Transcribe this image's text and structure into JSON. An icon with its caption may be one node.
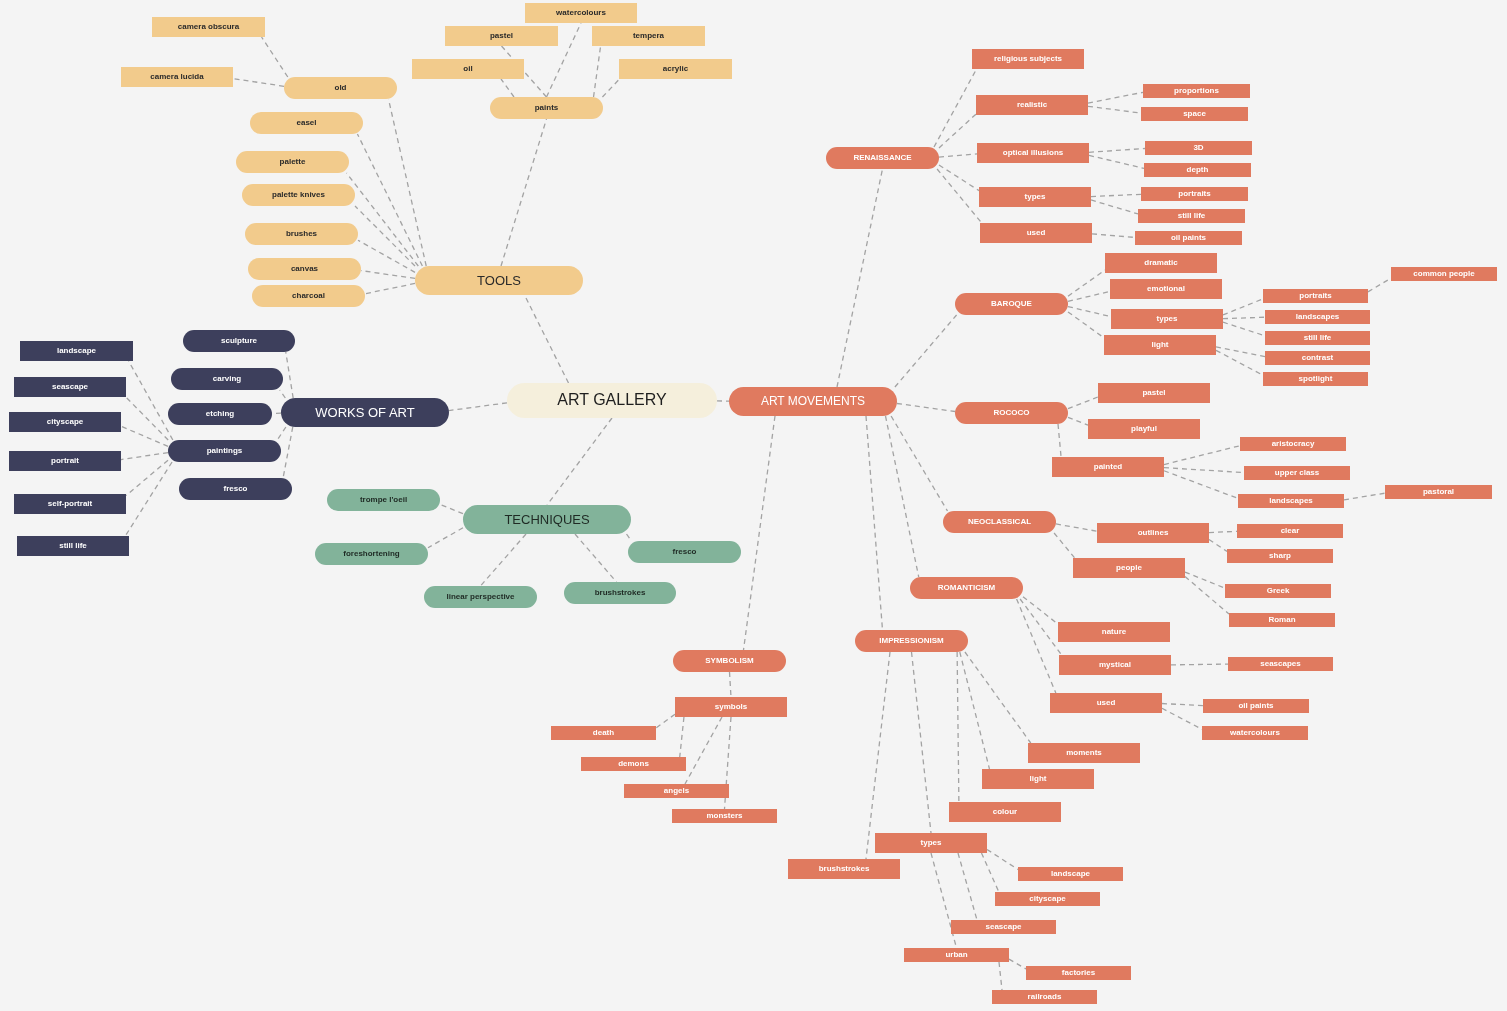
{
  "diagram": {
    "nodes": [
      {
        "text": [
          "ART GALLERY"
        ]
      },
      {
        "text": [
          "TOOLS"
        ]
      },
      {
        "text": [
          "old"
        ]
      },
      {
        "text": [
          "camera obscura"
        ]
      },
      {
        "text": [
          "camera lucida"
        ]
      },
      {
        "text": [
          "paints"
        ]
      },
      {
        "text": [
          "oil"
        ]
      },
      {
        "text": [
          "pastel"
        ]
      },
      {
        "text": [
          "watercolours"
        ]
      },
      {
        "text": [
          "tempera"
        ]
      },
      {
        "text": [
          "acrylic"
        ]
      },
      {
        "text": [
          "easel"
        ]
      },
      {
        "text": [
          "palette"
        ]
      },
      {
        "text": [
          "palette knives"
        ]
      },
      {
        "text": [
          "brushes"
        ]
      },
      {
        "text": [
          "canvas"
        ]
      },
      {
        "text": [
          "charcoal"
        ]
      },
      {
        "text": [
          "WORKS OF ART"
        ]
      },
      {
        "text": [
          "sculpture"
        ]
      },
      {
        "text": [
          "carving"
        ]
      },
      {
        "text": [
          "etching"
        ]
      },
      {
        "text": [
          "paintings"
        ]
      },
      {
        "text": [
          "fresco"
        ]
      },
      {
        "text": [
          "landscape"
        ]
      },
      {
        "text": [
          "seascape"
        ]
      },
      {
        "text": [
          "cityscape"
        ]
      },
      {
        "text": [
          "portrait"
        ]
      },
      {
        "text": [
          "self-portrait"
        ]
      },
      {
        "text": [
          "still life"
        ]
      },
      {
        "text": [
          "TECHNIQUES"
        ]
      },
      {
        "text": [
          "trompe l'oeil"
        ]
      },
      {
        "text": [
          "foreshortening"
        ]
      },
      {
        "text": [
          "linear perspective"
        ]
      },
      {
        "text": [
          "brushstrokes"
        ]
      },
      {
        "text": [
          "fresco"
        ]
      },
      {
        "text": [
          "ART MOVEMENTS"
        ]
      },
      {
        "text": [
          "RENAISSANCE"
        ]
      },
      {
        "text": [
          "religious subjects"
        ]
      },
      {
        "text": [
          "realistic"
        ]
      },
      {
        "text": [
          "proportions"
        ]
      },
      {
        "text": [
          "space"
        ]
      },
      {
        "text": [
          "optical illusions"
        ]
      },
      {
        "text": [
          "3D"
        ]
      },
      {
        "text": [
          "depth"
        ]
      },
      {
        "text": [
          "types"
        ]
      },
      {
        "text": [
          "portraits"
        ]
      },
      {
        "text": [
          "still life"
        ]
      },
      {
        "text": [
          "used"
        ]
      },
      {
        "text": [
          "oil paints"
        ]
      },
      {
        "text": [
          "BAROQUE"
        ]
      },
      {
        "text": [
          "dramatic"
        ]
      },
      {
        "text": [
          "emotional"
        ]
      },
      {
        "text": [
          "types"
        ]
      },
      {
        "text": [
          "light"
        ]
      },
      {
        "text": [
          "portraits"
        ]
      },
      {
        "text": [
          "common people"
        ]
      },
      {
        "text": [
          "landscapes"
        ]
      },
      {
        "text": [
          "still life"
        ]
      },
      {
        "text": [
          "contrast"
        ]
      },
      {
        "text": [
          "spotlight"
        ]
      },
      {
        "text": [
          "ROCOCO"
        ]
      },
      {
        "text": [
          "pastel"
        ]
      },
      {
        "text": [
          "playful"
        ]
      },
      {
        "text": [
          "painted"
        ]
      },
      {
        "text": [
          "aristocracy"
        ]
      },
      {
        "text": [
          "upper class"
        ]
      },
      {
        "text": [
          "landscapes"
        ]
      },
      {
        "text": [
          "pastoral"
        ]
      },
      {
        "text": [
          "NEOCLASSICAL"
        ]
      },
      {
        "text": [
          "outlines"
        ]
      },
      {
        "text": [
          "clear"
        ]
      },
      {
        "text": [
          "sharp"
        ]
      },
      {
        "text": [
          "people"
        ]
      },
      {
        "text": [
          "Greek"
        ]
      },
      {
        "text": [
          "Roman"
        ]
      },
      {
        "text": [
          "ROMANTICISM"
        ]
      },
      {
        "text": [
          "nature"
        ]
      },
      {
        "text": [
          "mystical"
        ]
      },
      {
        "text": [
          "seascapes"
        ]
      },
      {
        "text": [
          "used"
        ]
      },
      {
        "text": [
          "oil paints"
        ]
      },
      {
        "text": [
          "watercolours"
        ]
      },
      {
        "text": [
          "IMPRESSIONISM"
        ]
      },
      {
        "text": [
          "moments"
        ]
      },
      {
        "text": [
          "light"
        ]
      },
      {
        "text": [
          "colour"
        ]
      },
      {
        "text": [
          "types"
        ]
      },
      {
        "text": [
          "brushstrokes"
        ]
      },
      {
        "text": [
          "landscape"
        ]
      },
      {
        "text": [
          "cityscape"
        ]
      },
      {
        "text": [
          "seascape"
        ]
      },
      {
        "text": [
          "urban"
        ]
      },
      {
        "text": [
          "factories"
        ]
      },
      {
        "text": [
          "railroads"
        ]
      },
      {
        "text": [
          "SYMBOLISM"
        ]
      },
      {
        "text": [
          "symbols"
        ]
      },
      {
        "text": [
          "death"
        ]
      },
      {
        "text": [
          "demons"
        ]
      },
      {
        "text": [
          "angels"
        ]
      },
      {
        "text": [
          "monsters"
        ]
      }
    ],
    "edges": [
      {
        "from": 0,
        "to": 1,
        "arrow": "none"
      },
      {
        "from": 0,
        "to": 17,
        "arrow": "none"
      },
      {
        "from": 0,
        "to": 29,
        "arrow": "none"
      },
      {
        "from": 0,
        "to": 35,
        "arrow": "none"
      },
      {
        "from": 1,
        "to": 2,
        "arrow": "none"
      },
      {
        "from": 1,
        "to": 11,
        "arrow": "none"
      },
      {
        "from": 1,
        "to": 12,
        "arrow": "none"
      },
      {
        "from": 1,
        "to": 13,
        "arrow": "none"
      },
      {
        "from": 1,
        "to": 14,
        "arrow": "none"
      },
      {
        "from": 1,
        "to": 15,
        "arrow": "none"
      },
      {
        "from": 1,
        "to": 16,
        "arrow": "none"
      },
      {
        "from": 1,
        "to": 5,
        "arrow": "none"
      },
      {
        "from": 2,
        "to": 3,
        "arrow": "none"
      },
      {
        "from": 2,
        "to": 4,
        "arrow": "none"
      },
      {
        "from": 5,
        "to": 6,
        "arrow": "none"
      },
      {
        "from": 5,
        "to": 7,
        "arrow": "none"
      },
      {
        "from": 5,
        "to": 8,
        "arrow": "none"
      },
      {
        "from": 5,
        "to": 9,
        "arrow": "none"
      },
      {
        "from": 5,
        "to": 10,
        "arrow": "none"
      },
      {
        "from": 17,
        "to": 18,
        "arrow": "none"
      },
      {
        "from": 17,
        "to": 19,
        "arrow": "none"
      },
      {
        "from": 17,
        "to": 20,
        "arrow": "none"
      },
      {
        "from": 17,
        "to": 21,
        "arrow": "none"
      },
      {
        "from": 17,
        "to": 22,
        "arrow": "none"
      },
      {
        "from": 21,
        "to": 23,
        "arrow": "none"
      },
      {
        "from": 21,
        "to": 24,
        "arrow": "none"
      },
      {
        "from": 21,
        "to": 25,
        "arrow": "none"
      },
      {
        "from": 21,
        "to": 26,
        "arrow": "none"
      },
      {
        "from": 21,
        "to": 27,
        "arrow": "none"
      },
      {
        "from": 21,
        "to": 28,
        "arrow": "none"
      },
      {
        "from": 29,
        "to": 30,
        "arrow": "none"
      },
      {
        "from": 29,
        "to": 31,
        "arrow": "none"
      },
      {
        "from": 29,
        "to": 32,
        "arrow": "none"
      },
      {
        "from": 29,
        "to": 33,
        "arrow": "none"
      },
      {
        "from": 29,
        "to": 34,
        "arrow": "none"
      },
      {
        "from": 35,
        "to": 36,
        "arrow": "none"
      },
      {
        "from": 35,
        "to": 49,
        "arrow": "none"
      },
      {
        "from": 35,
        "to": 60,
        "arrow": "none"
      },
      {
        "from": 35,
        "to": 68,
        "arrow": "none"
      },
      {
        "from": 35,
        "to": 75,
        "arrow": "none"
      },
      {
        "from": 35,
        "to": 82,
        "arrow": "none"
      },
      {
        "from": 35,
        "to": 94,
        "arrow": "none"
      },
      {
        "from": 36,
        "to": 37,
        "arrow": "none"
      },
      {
        "from": 36,
        "to": 38,
        "arrow": "none"
      },
      {
        "from": 36,
        "to": 41,
        "arrow": "none"
      },
      {
        "from": 36,
        "to": 44,
        "arrow": "none"
      },
      {
        "from": 36,
        "to": 47,
        "arrow": "none"
      },
      {
        "from": 38,
        "to": 39,
        "arrow": "none"
      },
      {
        "from": 38,
        "to": 40,
        "arrow": "none"
      },
      {
        "from": 41,
        "to": 42,
        "arrow": "none"
      },
      {
        "from": 41,
        "to": 43,
        "arrow": "none"
      },
      {
        "from": 44,
        "to": 45,
        "arrow": "none"
      },
      {
        "from": 44,
        "to": 46,
        "arrow": "none"
      },
      {
        "from": 47,
        "to": 48,
        "arrow": "none"
      },
      {
        "from": 49,
        "to": 50,
        "arrow": "none"
      },
      {
        "from": 49,
        "to": 51,
        "arrow": "none"
      },
      {
        "from": 49,
        "to": 52,
        "arrow": "none"
      },
      {
        "from": 49,
        "to": 53,
        "arrow": "none"
      },
      {
        "from": 52,
        "to": 54,
        "arrow": "none"
      },
      {
        "from": 52,
        "to": 56,
        "arrow": "none"
      },
      {
        "from": 52,
        "to": 57,
        "arrow": "none"
      },
      {
        "from": 54,
        "to": 55,
        "arrow": "none"
      },
      {
        "from": 53,
        "to": 58,
        "arrow": "none"
      },
      {
        "from": 53,
        "to": 59,
        "arrow": "none"
      },
      {
        "from": 60,
        "to": 61,
        "arrow": "none"
      },
      {
        "from": 60,
        "to": 62,
        "arrow": "none"
      },
      {
        "from": 60,
        "to": 63,
        "arrow": "none"
      },
      {
        "from": 63,
        "to": 64,
        "arrow": "none"
      },
      {
        "from": 63,
        "to": 65,
        "arrow": "none"
      },
      {
        "from": 63,
        "to": 66,
        "arrow": "none"
      },
      {
        "from": 66,
        "to": 67,
        "arrow": "none"
      },
      {
        "from": 68,
        "to": 69,
        "arrow": "none"
      },
      {
        "from": 68,
        "to": 72,
        "arrow": "none"
      },
      {
        "from": 69,
        "to": 70,
        "arrow": "none"
      },
      {
        "from": 69,
        "to": 71,
        "arrow": "none"
      },
      {
        "from": 72,
        "to": 73,
        "arrow": "none"
      },
      {
        "from": 72,
        "to": 74,
        "arrow": "none"
      },
      {
        "from": 75,
        "to": 76,
        "arrow": "none"
      },
      {
        "from": 75,
        "to": 77,
        "arrow": "none"
      },
      {
        "from": 75,
        "to": 79,
        "arrow": "none"
      },
      {
        "from": 77,
        "to": 78,
        "arrow": "none"
      },
      {
        "from": 79,
        "to": 80,
        "arrow": "none"
      },
      {
        "from": 79,
        "to": 81,
        "arrow": "none"
      },
      {
        "from": 82,
        "to": 83,
        "arrow": "none"
      },
      {
        "from": 82,
        "to": 84,
        "arrow": "none"
      },
      {
        "from": 82,
        "to": 85,
        "arrow": "none"
      },
      {
        "from": 82,
        "to": 86,
        "arrow": "none"
      },
      {
        "from": 82,
        "to": 87,
        "arrow": "none"
      },
      {
        "from": 86,
        "to": 88,
        "arrow": "none"
      },
      {
        "from": 86,
        "to": 89,
        "arrow": "none"
      },
      {
        "from": 86,
        "to": 90,
        "arrow": "none"
      },
      {
        "from": 86,
        "to": 91,
        "arrow": "none"
      },
      {
        "from": 91,
        "to": 92,
        "arrow": "none"
      },
      {
        "from": 91,
        "to": 93,
        "arrow": "none"
      },
      {
        "from": 94,
        "to": 95,
        "arrow": "none"
      },
      {
        "from": 95,
        "to": 96,
        "arrow": "none"
      },
      {
        "from": 95,
        "to": 97,
        "arrow": "none"
      },
      {
        "from": 95,
        "to": 98,
        "arrow": "none"
      },
      {
        "from": 95,
        "to": 99,
        "arrow": "none"
      }
    ]
  }
}
